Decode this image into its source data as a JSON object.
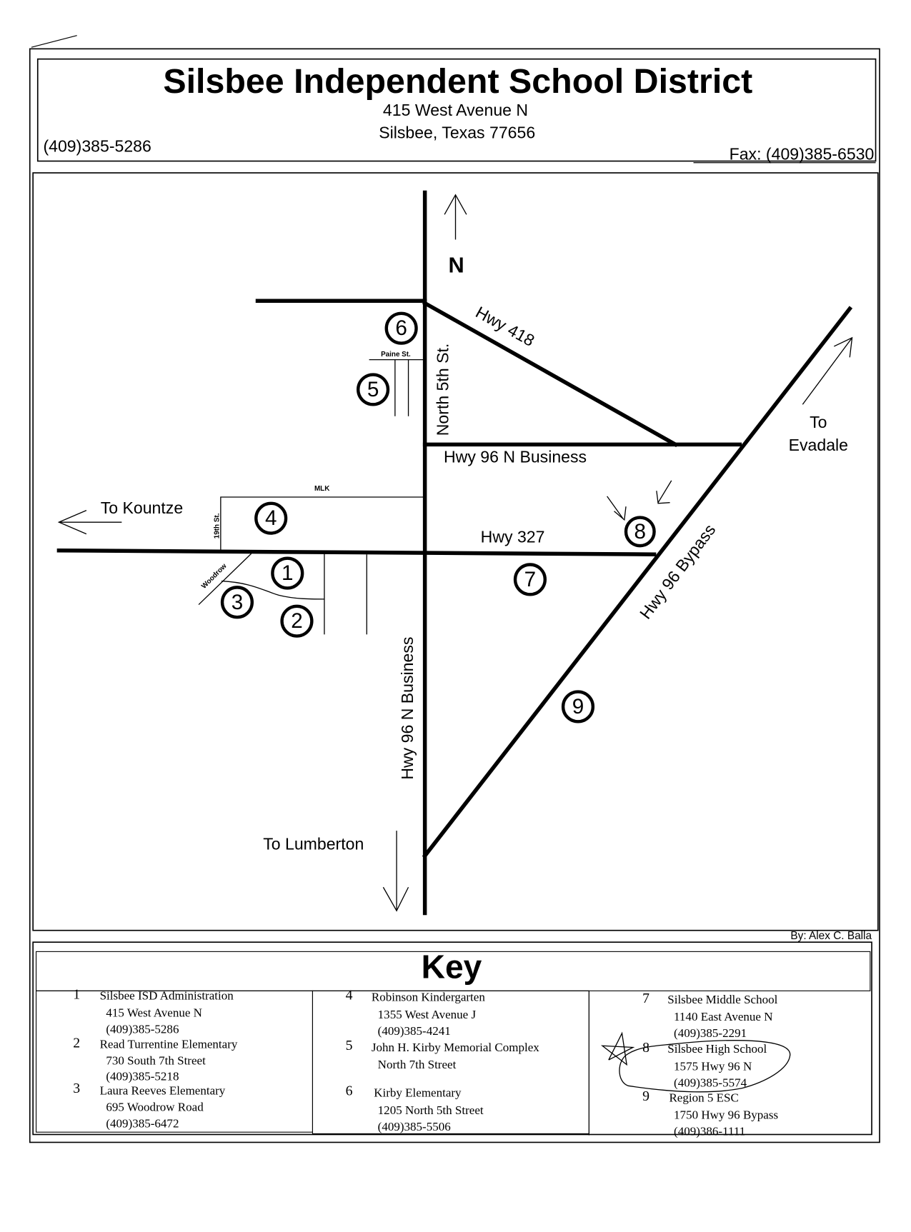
{
  "header": {
    "title": "Silsbee Independent School District",
    "address_line1": "415 West Avenue N",
    "address_line2": "Silsbee, Texas 77656",
    "phone": "(409)385-5286",
    "fax": "Fax: (409)385-6530"
  },
  "map": {
    "north_label": "N",
    "roads": {
      "hwy_418": "Hwy 418",
      "north_5th": "North 5th St.",
      "hwy_96_business_h": "Hwy 96 N Business",
      "hwy_96_business_v": "Hwy 96 N Business",
      "hwy_327": "Hwy 327",
      "hwy_96_bypass": "Hwy 96 Bypass",
      "mlk": "MLK",
      "nineteenth": "19th St.",
      "paine": "Paine St.",
      "woodrow": "Woodrow"
    },
    "destinations": {
      "kountze": "To Kountze",
      "evadale_1": "To",
      "evadale_2": "Evadale",
      "lumberton": "To Lumberton"
    },
    "markers": [
      "1",
      "2",
      "3",
      "4",
      "5",
      "6",
      "7",
      "8",
      "9"
    ],
    "credit": "By: Alex C. Balla"
  },
  "key": {
    "title": "Key",
    "entries": [
      {
        "num": "1",
        "name": "Silsbee ISD Administration",
        "address": "415 West Avenue N",
        "phone": "(409)385-5286"
      },
      {
        "num": "2",
        "name": "Read Turrentine Elementary",
        "address": "730 South 7th Street",
        "phone": "(409)385-5218"
      },
      {
        "num": "3",
        "name": "Laura Reeves Elementary",
        "address": "695 Woodrow Road",
        "phone": "(409)385-6472"
      },
      {
        "num": "4",
        "name": "Robinson Kindergarten",
        "address": "1355 West Avenue J",
        "phone": "(409)385-4241"
      },
      {
        "num": "5",
        "name": "John H. Kirby Memorial Complex",
        "address": "North 7th Street"
      },
      {
        "num": "6",
        "name": "Kirby Elementary",
        "address": "1205 North 5th Street",
        "phone": "(409)385-5506"
      },
      {
        "num": "7",
        "name": "Silsbee  Middle School",
        "address": "1140 East Avenue N",
        "phone": "(409)385-2291"
      },
      {
        "num": "8",
        "name": "Silsbee High School",
        "address": "1575 Hwy 96 N",
        "phone": "(409)385-5574"
      },
      {
        "num": "9",
        "name": "Region 5 ESC",
        "address": "1750 Hwy 96 Bypass",
        "phone": "(409)386-1111"
      }
    ]
  }
}
